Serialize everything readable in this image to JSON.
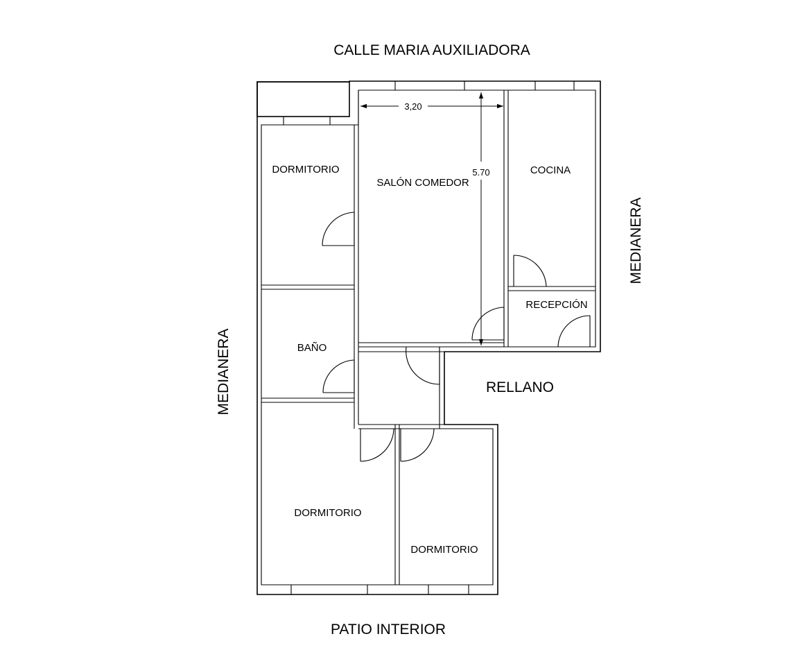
{
  "surroundings": {
    "street": "CALLE MARIA AUXILIADORA",
    "patio": "PATIO INTERIOR",
    "party_wall_left": "MEDIANERA",
    "party_wall_right": "MEDIANERA",
    "landing": "RELLANO"
  },
  "rooms": {
    "bedroom_top_left": "DORMITORIO",
    "living_dining": "SALÓN COMEDOR",
    "kitchen": "COCINA",
    "reception": "RECEPCIÓN",
    "bathroom": "BAÑO",
    "bedroom_bottom_left": "DORMITORIO",
    "bedroom_bottom_right": "DORMITORIO"
  },
  "dimensions": {
    "living_width": "3,20",
    "living_length": "5.70"
  }
}
